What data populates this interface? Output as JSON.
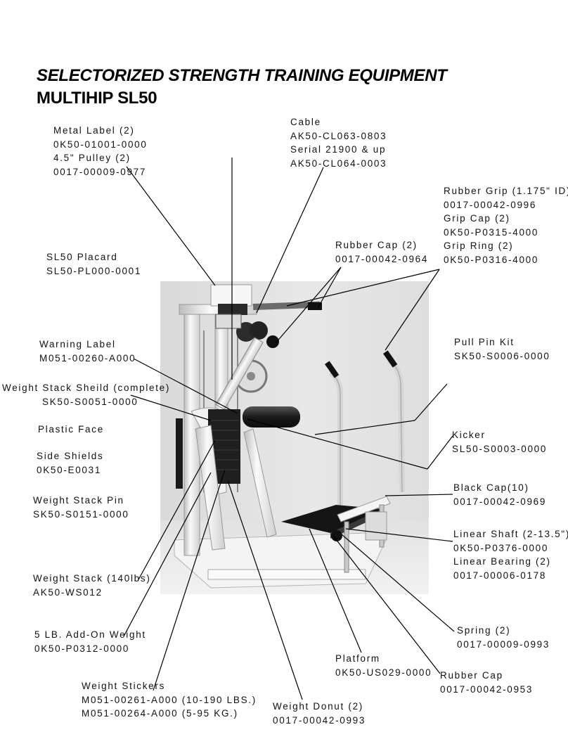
{
  "header": {
    "title": "SELECTORIZED STRENGTH TRAINING EQUIPMENT",
    "subtitle": "MULTIHIP SL50"
  },
  "callouts": {
    "metal_label": [
      "Metal Label (2)",
      "0K50-01001-0000",
      "4.5\" Pulley (2)",
      "0017-00009-0977"
    ],
    "cable": [
      "Cable",
      "AK50-CL063-0803",
      "Serial 21900 & up",
      "AK50-CL064-0003"
    ],
    "rubber_grip": [
      "Rubber Grip (1.175\" ID)",
      "0017-00042-0996",
      "Grip Cap (2)",
      "0K50-P0315-4000",
      "Grip Ring (2)",
      "0K50-P0316-4000"
    ],
    "rubber_cap_2": [
      "Rubber Cap (2)",
      "0017-00042-0964"
    ],
    "placard": [
      "SL50 Placard",
      "SL50-PL000-0001"
    ],
    "warning_label": [
      "Warning Label",
      "M051-00260-A000"
    ],
    "pull_pin_kit": [
      "Pull Pin Kit",
      "SK50-S0006-0000"
    ],
    "weight_stack_shield": [
      "Weight Stack Sheild (complete)",
      "SK50-S0051-0000"
    ],
    "plastic_face": [
      "Plastic Face"
    ],
    "side_shields": [
      "Side Shields",
      "0K50-E0031"
    ],
    "kicker": [
      "Kicker",
      "SL50-S0003-0000"
    ],
    "black_cap": [
      "Black Cap(10)",
      "0017-00042-0969"
    ],
    "weight_stack_pin": [
      "Weight Stack Pin",
      "SK50-S0151-0000"
    ],
    "linear_shaft": [
      "Linear Shaft (2-13.5\")",
      "0K50-P0376-0000",
      "Linear Bearing (2)",
      "0017-00006-0178"
    ],
    "weight_stack": [
      "Weight Stack (140lbs)",
      "AK50-WS012"
    ],
    "add_on_weight": [
      "5 LB. Add-On Weight",
      "0K50-P0312-0000"
    ],
    "spring": [
      "Spring (2)",
      "0017-00009-0993"
    ],
    "platform": [
      "Platform",
      "0K50-US029-0000"
    ],
    "rubber_cap": [
      "Rubber Cap",
      "0017-00042-0953"
    ],
    "weight_stickers": [
      "Weight Stickers",
      "M051-00261-A000 (10-190 LBS.)",
      "M051-00264-A000 (5-95 KG.)"
    ],
    "weight_donut": [
      "Weight Donut (2)",
      "0017-00042-0993"
    ]
  }
}
